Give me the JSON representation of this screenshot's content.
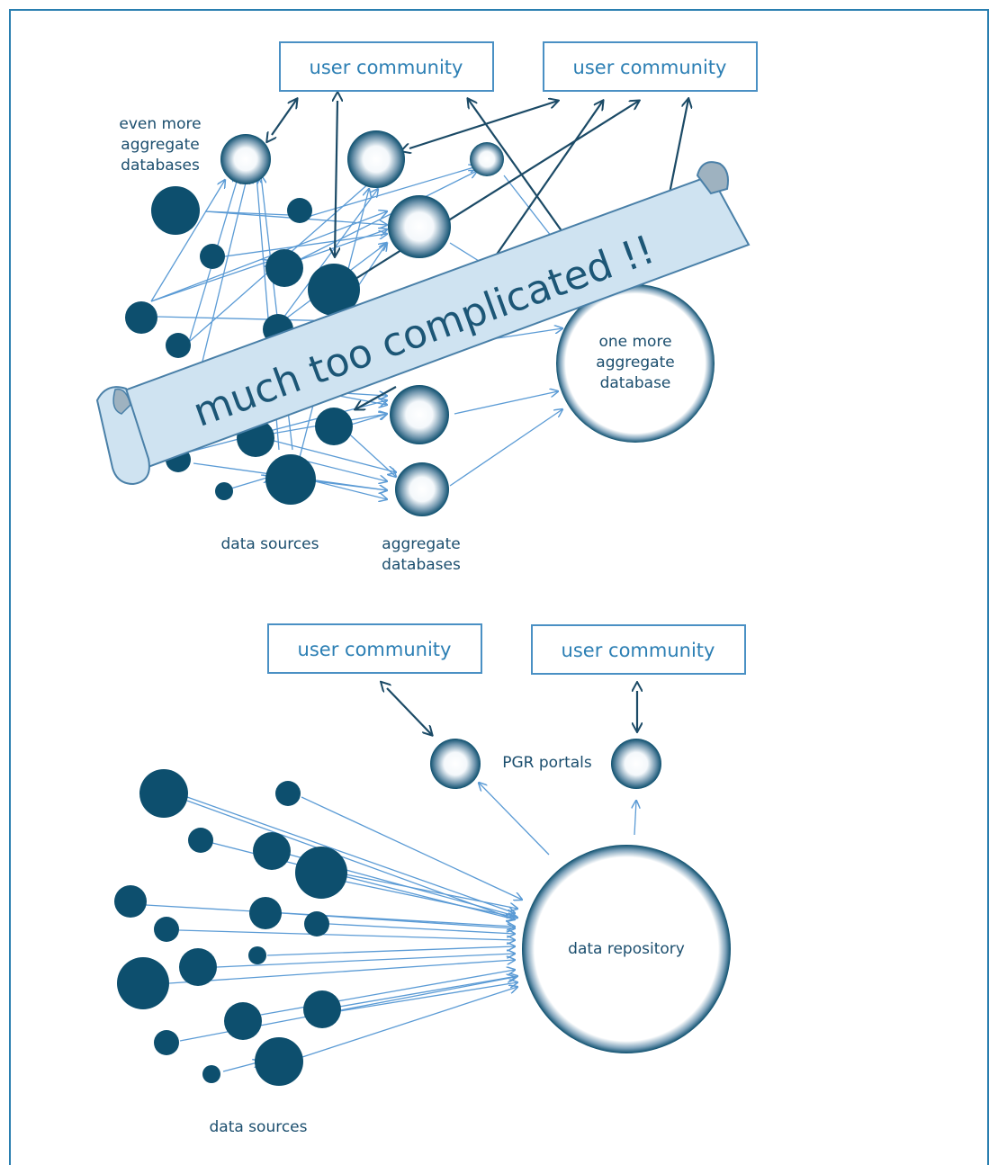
{
  "top": {
    "communities": [
      "user community",
      "user community"
    ],
    "label_even_more": [
      "even more",
      "aggregate",
      "databases"
    ],
    "label_one_more": [
      "one more",
      "aggregate",
      "database"
    ],
    "label_data_sources": "data sources",
    "label_aggregate": [
      "aggregate",
      "databases"
    ],
    "banner": "much too complicated !!"
  },
  "bottom": {
    "communities": [
      "user community",
      "user community"
    ],
    "label_portals": "PGR portals",
    "label_repository": "data repository",
    "label_data_sources": "data sources"
  },
  "colors": {
    "node": "#0d4f6e",
    "arrow_light": "#5b9bd5",
    "arrow_dark": "#1b4a66",
    "box_stroke": "#4a90c4",
    "banner_fill": "#cfe3f1",
    "frame": "#2a7fb0"
  }
}
